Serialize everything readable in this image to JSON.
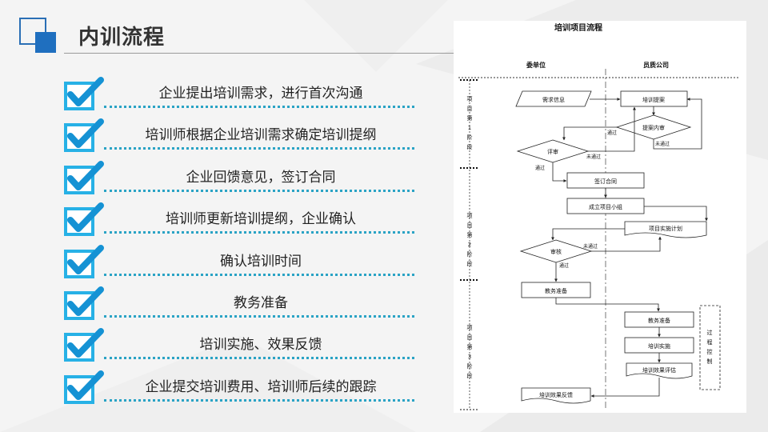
{
  "title": "内训流程",
  "steps": [
    "企业提出培训需求，进行首次沟通",
    "培训师根据企业培训需求确定培训提纲",
    "企业回馈意见，签订合同",
    "培训师更新培训提纲，企业确认",
    "确认培训时间",
    "教务准备",
    "培训实施、效果反馈",
    "企业提交培训费用、培训师后续的跟踪"
  ],
  "flowchart": {
    "title": "培训项目流程",
    "lanes": {
      "left": "委单位",
      "right": "员质公司"
    },
    "phases": {
      "p1": [
        "项",
        "目",
        "第",
        "1",
        "阶",
        "段"
      ],
      "p2": [
        "项",
        "目",
        "第",
        "2",
        "阶",
        "段"
      ],
      "p3": [
        "项",
        "目",
        "第",
        "3",
        "阶",
        "段"
      ]
    },
    "nodes": {
      "demand": "需求信息",
      "proposal": "培训提案",
      "internal_review": "提案内审",
      "review": "评审",
      "contract": "签订合同",
      "team": "成立项目小组",
      "plan": "项目实施计划",
      "audit": "审核",
      "edu_prep_left": "教务准备",
      "edu_prep_right": "教务准备",
      "implement": "培训实施",
      "evaluate": "培训效果评估",
      "feedback": "培训效果反馈"
    },
    "edges": {
      "pass": "通过",
      "fail": "未通过"
    },
    "side_box": [
      "过",
      "程",
      "控",
      "制"
    ]
  }
}
